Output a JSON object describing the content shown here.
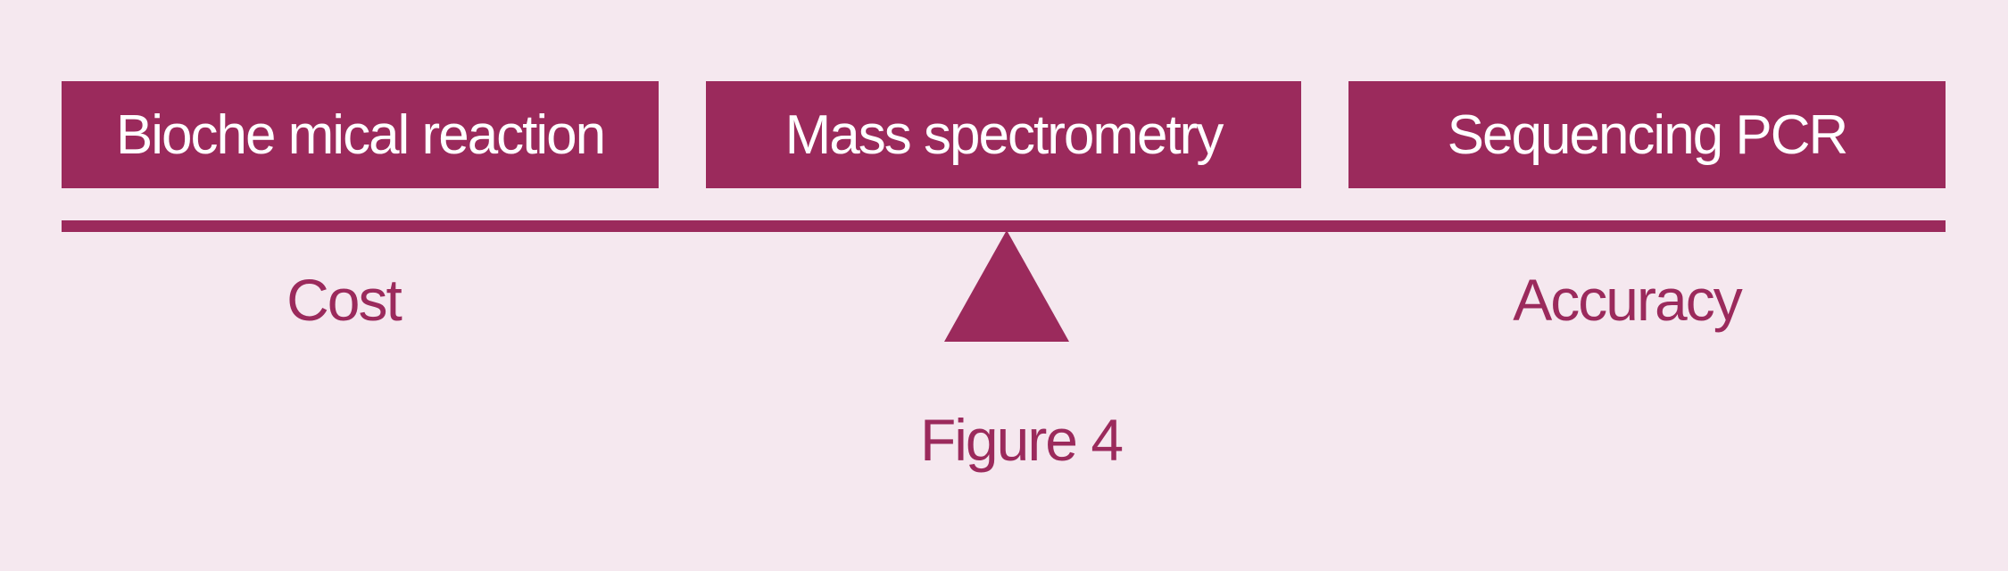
{
  "boxes": [
    {
      "label": "Bioche mical reaction"
    },
    {
      "label": "Mass spectrometry"
    },
    {
      "label": "Sequencing PCR"
    }
  ],
  "axis": {
    "left_label": "Cost",
    "right_label": "Accuracy"
  },
  "caption": "Figure 4",
  "colors": {
    "accent": "#9b2a5c",
    "background": "#f5e8ef",
    "text_on_accent": "#ffffff"
  }
}
